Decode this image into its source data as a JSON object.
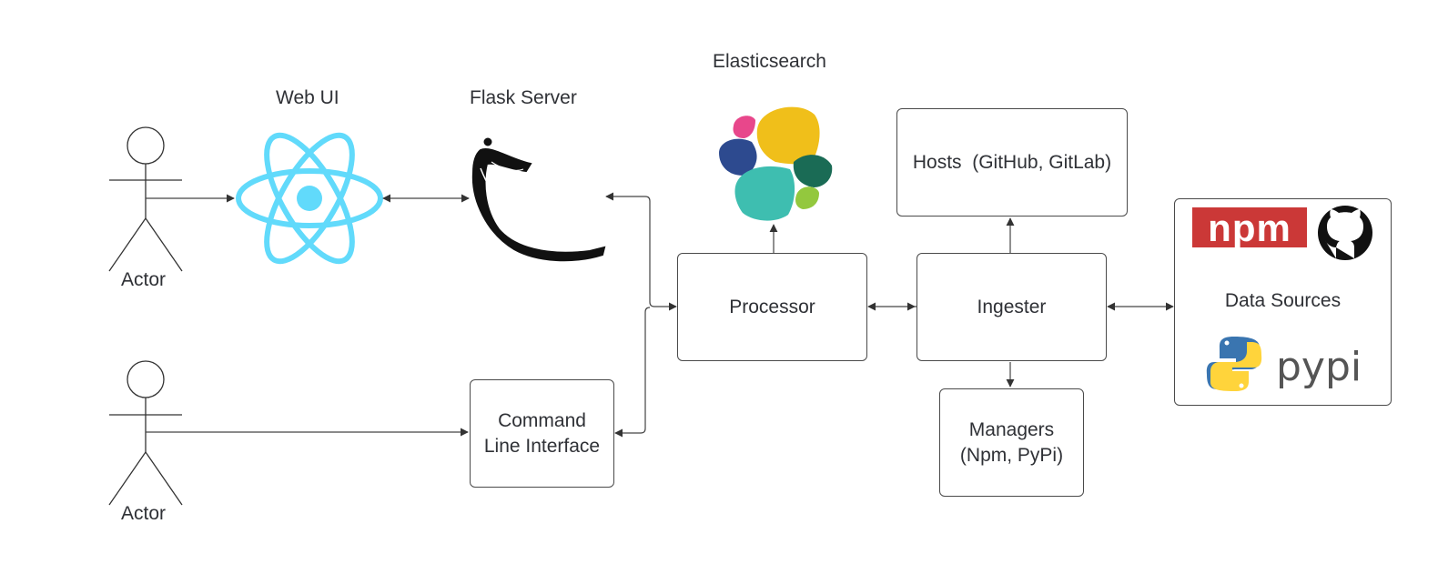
{
  "labels": {
    "web_ui": "Web UI",
    "flask_server": "Flask Server",
    "elasticsearch": "Elasticsearch",
    "actor_top": "Actor",
    "actor_bottom": "Actor"
  },
  "boxes": {
    "processor": "Processor",
    "ingester": "Ingester",
    "hosts": "Hosts  (GitHub, GitLab)",
    "cli_line1": "Command",
    "cli_line2": "Line Interface",
    "managers_line1": "Managers",
    "managers_line2": "(Npm, PyPi)",
    "data_sources": "Data Sources"
  },
  "logos": {
    "npm_text": "npm",
    "pypi_text": "pypi"
  },
  "icons": [
    "react-logo-icon",
    "flask-horn-icon",
    "elasticsearch-logo-icon",
    "npm-logo-icon",
    "github-logo-icon",
    "python-logo-icon",
    "actor-figure-icon"
  ],
  "colors": {
    "react": "#61dafb",
    "npm": "#cb3837",
    "es_yellow": "#f0bf1a",
    "es_pink": "#e8478b",
    "es_blue": "#2d4a8f",
    "es_teal": "#3ebeb0",
    "es_green": "#1a6b55",
    "es_lime": "#93c83e",
    "python_blue": "#3a75b0",
    "python_yellow": "#ffd43b"
  }
}
